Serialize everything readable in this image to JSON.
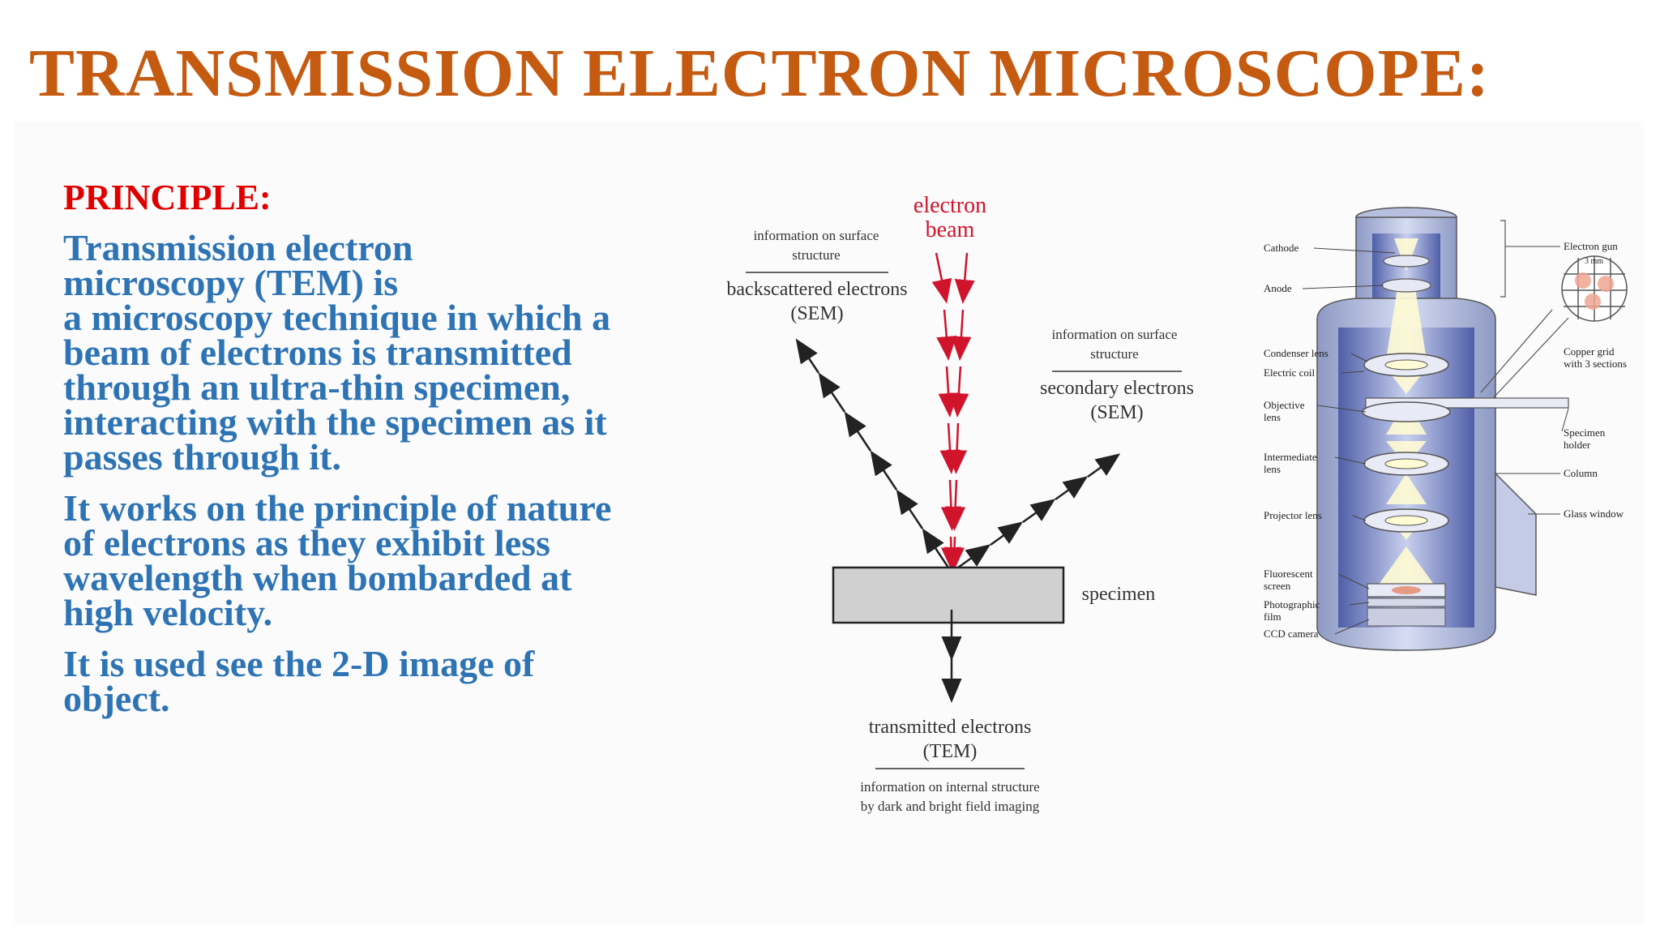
{
  "slide": {
    "title": "TRANSMISSION ELECTRON MICROSCOPE:",
    "principle_heading": "PRINCIPLE:",
    "paragraphs": [
      [
        "Transmission electron",
        "microscopy (TEM) is",
        "a microscopy technique in which a",
        "beam of electrons is transmitted",
        "through an ultra-thin specimen,",
        "interacting with the specimen as it",
        "passes through it."
      ],
      [
        "It works on the principle of nature",
        "of electrons as they exhibit less",
        "wavelength when bombarded at",
        "high velocity."
      ],
      [
        "It is used see the 2-D image of",
        "object."
      ]
    ]
  },
  "beam_diagram": {
    "electron_beam": [
      "electron",
      "beam"
    ],
    "backscattered_info": [
      "information on surface",
      "structure"
    ],
    "backscattered_label": [
      "backscattered electrons",
      "(SEM)"
    ],
    "secondary_info": [
      "information on surface",
      "structure"
    ],
    "secondary_label": [
      "secondary electrons",
      "(SEM)"
    ],
    "specimen_label": "specimen",
    "transmitted_label": [
      "transmitted electrons",
      "(TEM)"
    ],
    "transmitted_info": [
      "information on internal structure",
      "by dark and bright field imaging"
    ],
    "beam_color": "#d0142c"
  },
  "tem_diagram": {
    "labels_left": [
      "Cathode",
      "Anode",
      "Condenser lens",
      "Electric coil",
      "Objective",
      "lens",
      "Intermediate",
      "lens",
      "Projector lens",
      "Fluorescent",
      "screen",
      "Photographic",
      "film",
      "CCD camera"
    ],
    "labels_right": [
      "Electron gun",
      "3 mm",
      "Copper grid",
      "with 3 sections",
      "Specimen",
      "holder",
      "Column",
      "Glass window"
    ]
  },
  "colors": {
    "title": "#c55a11",
    "heading": "#e00000",
    "body": "#2e74b5"
  }
}
